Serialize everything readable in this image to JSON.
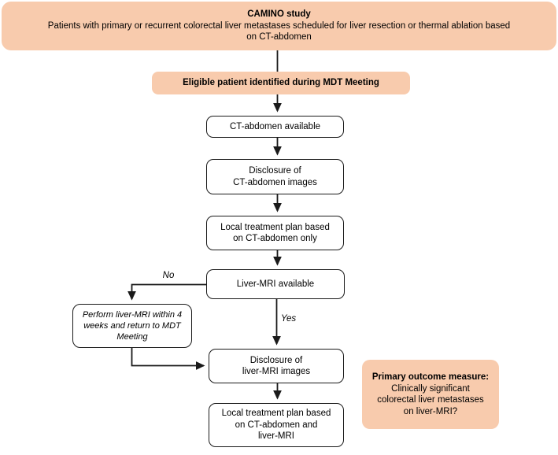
{
  "colors": {
    "peach": "#F8CBAD",
    "box_border": "#1a1a1a",
    "line": "#1a1a1a",
    "text": "#000000",
    "background": "#ffffff"
  },
  "banner": {
    "title": "CAMINO study",
    "body": "Patients with primary or recurrent colorectal liver metastases scheduled for liver resection or thermal ablation based\non CT-abdomen"
  },
  "nodes": {
    "eligible": "Eligible patient identified during MDT Meeting",
    "ct_available": "CT-abdomen available",
    "disclosure_ct": "Disclosure of\nCT-abdomen images",
    "plan_ct": "Local treatment plan based\non CT-abdomen only",
    "mri_available": "Liver-MRI available",
    "perform_mri": "Perform liver-MRI within 4\nweeks and return to MDT\nMeeting",
    "disclosure_mri": "Disclosure of\nliver-MRI images",
    "plan_final": "Local treatment plan based\non CT-abdomen and\nliver-MRI"
  },
  "branch_labels": {
    "no": "No",
    "yes": "Yes"
  },
  "primary_outcome": {
    "title": "Primary outcome measure:",
    "body": "Clinically significant\ncolorectal liver metastases\non liver-MRI?"
  }
}
